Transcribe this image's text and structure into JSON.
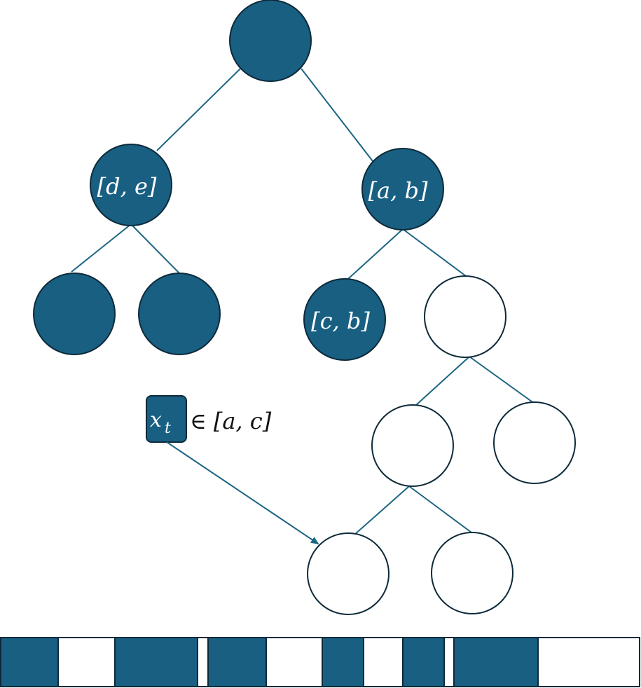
{
  "colors": {
    "filled": "#185f82",
    "outline": "#0d2a3a",
    "edge": "#1b6583",
    "empty": "#ffffff"
  },
  "nodes": {
    "root": "",
    "left": "[d, e]",
    "right": "[a, b]",
    "right_left": "[c, b]"
  },
  "query": {
    "symbol": "x",
    "subscript": "t",
    "range": "∈ [a, c]"
  },
  "bar": {
    "segments": [
      {
        "state": "filled"
      },
      {
        "state": "empty"
      },
      {
        "state": "filled"
      },
      {
        "state": "empty"
      },
      {
        "state": "filled"
      },
      {
        "state": "empty"
      },
      {
        "state": "filled"
      },
      {
        "state": "empty"
      },
      {
        "state": "filled"
      },
      {
        "state": "empty"
      },
      {
        "state": "filled"
      },
      {
        "state": "empty"
      }
    ]
  }
}
